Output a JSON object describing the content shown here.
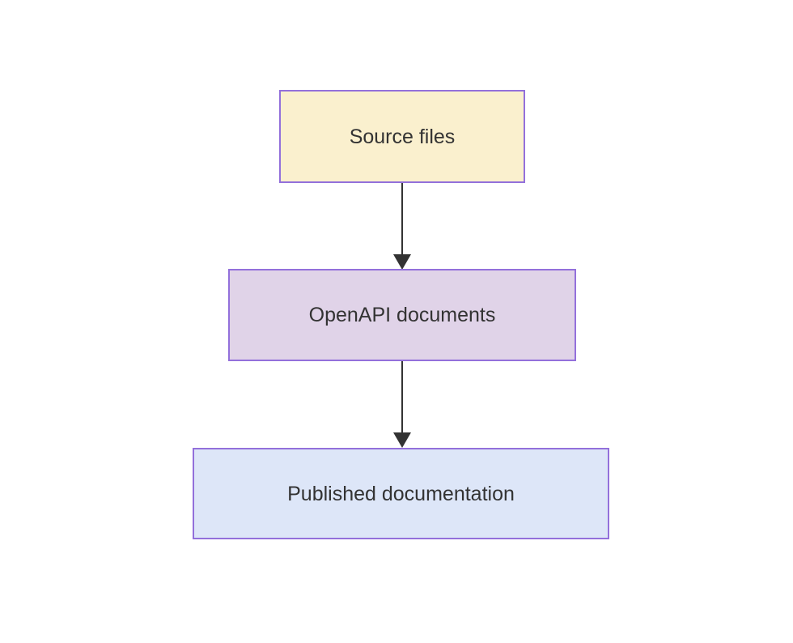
{
  "diagram": {
    "type": "flowchart",
    "direction": "top-down",
    "nodes": [
      {
        "id": "source-files",
        "label": "Source files",
        "fill": "#FAF0CE"
      },
      {
        "id": "openapi-documents",
        "label": "OpenAPI documents",
        "fill": "#E0D3E8"
      },
      {
        "id": "published-documentation",
        "label": "Published documentation",
        "fill": "#DDE6F8"
      }
    ],
    "edges": [
      {
        "from": "source-files",
        "to": "openapi-documents",
        "style": "solid-arrow"
      },
      {
        "from": "openapi-documents",
        "to": "published-documentation",
        "style": "solid-arrow"
      }
    ]
  },
  "colors": {
    "node-border": "#9370DB",
    "node-text": "#333333",
    "arrow": "#333333",
    "background": "#FFFFFF"
  }
}
